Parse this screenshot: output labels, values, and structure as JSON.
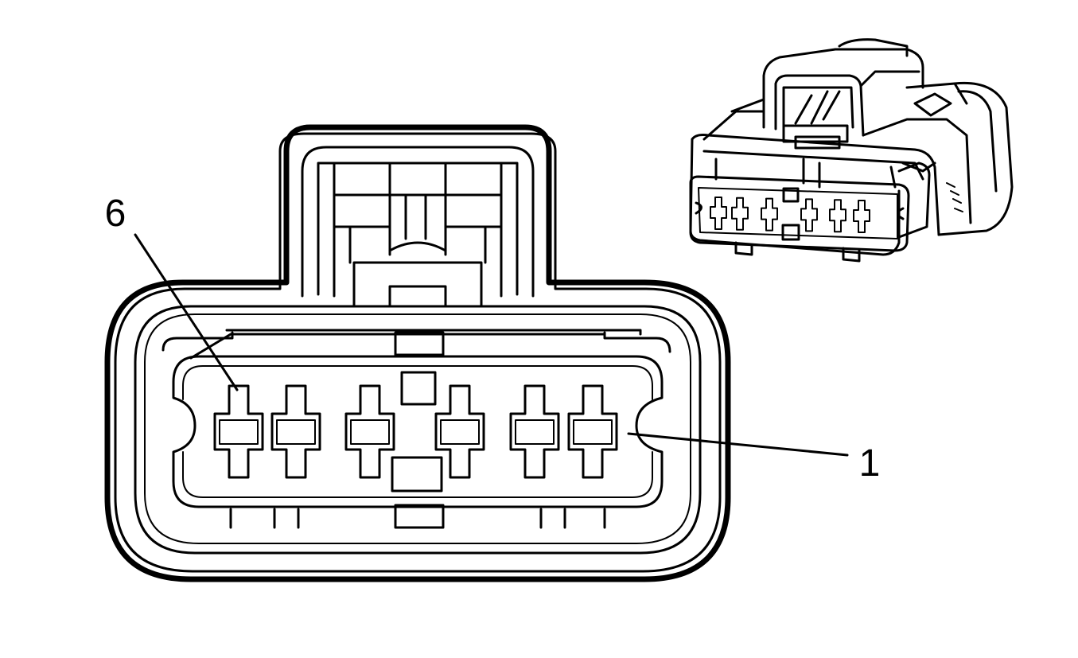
{
  "diagram": {
    "type": "connector-end-view",
    "pin_count": 6,
    "callouts": [
      {
        "id": "pin-6",
        "label": "6"
      },
      {
        "id": "pin-1",
        "label": "1"
      }
    ],
    "colors": {
      "line": "#000000",
      "background": "#ffffff"
    }
  }
}
